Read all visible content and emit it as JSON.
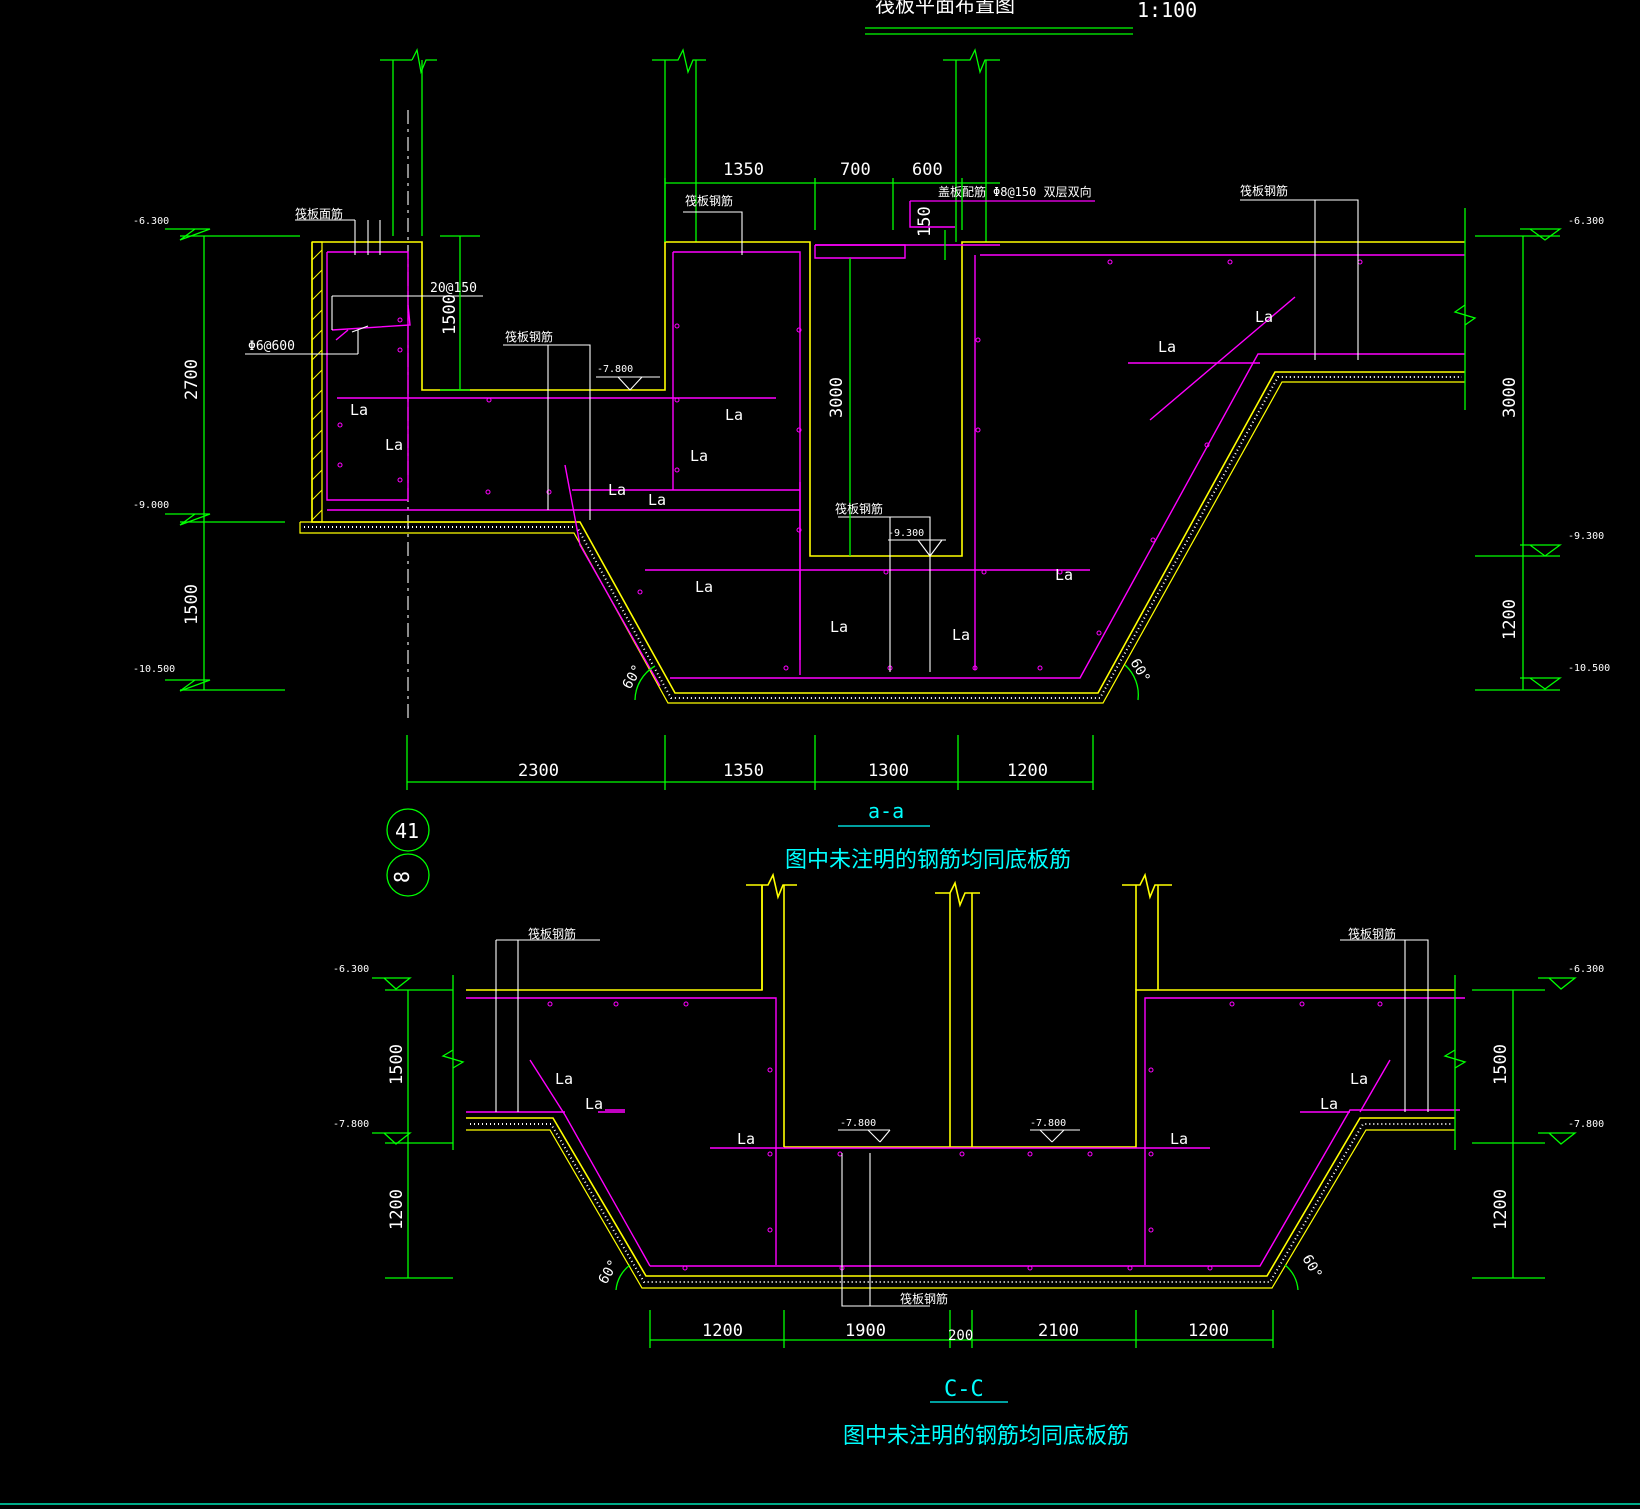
{
  "header": {
    "title": "筏板平面布置图",
    "scale": "1:100"
  },
  "section_a": {
    "title": "a-a",
    "note": "图中未注明的钢筋均同底板筋",
    "elev": {
      "e1": "-6.300",
      "e2": "-7.800",
      "e3": "-9.000",
      "e4": "-9.300",
      "e5": "-10.500"
    },
    "dims_bottom": [
      "2300",
      "1350",
      "1300",
      "1200"
    ],
    "dims_top": [
      "1350",
      "700",
      "600"
    ],
    "dims_left": [
      "2700",
      "1500"
    ],
    "dims_right": [
      "3000",
      "1200"
    ],
    "dim_1500": "1500",
    "dim_3000": "3000",
    "dim_150": "150",
    "labels": {
      "face_bar": "筏板面筋",
      "raft_bar": "筏板钢筋",
      "cover_bar": "盖板配筋",
      "cover_spec": "Φ8@150 双层双向",
      "spec_20": "20@150",
      "spec_6": "Φ6@600",
      "la": "La",
      "angle": "60°"
    },
    "axis_1": "41",
    "axis_2": "8"
  },
  "section_c": {
    "title": "C-C",
    "note": "图中未注明的钢筋均同底板筋",
    "elev": {
      "e1": "-6.300",
      "e2": "-7.800"
    },
    "dims_bottom": [
      "1200",
      "1900",
      "200",
      "2100",
      "1200"
    ],
    "dims_left": [
      "1500",
      "1200"
    ],
    "dims_right": [
      "1500",
      "1200"
    ],
    "labels": {
      "raft_bar": "筏板钢筋",
      "la": "La",
      "angle": "60°"
    }
  },
  "colors": {
    "bg": "#000000",
    "dim": "#00ff00",
    "concrete": "#ffff00",
    "rebar": "#ff00ff",
    "leader": "#ffffff",
    "title": "#00ffff"
  }
}
